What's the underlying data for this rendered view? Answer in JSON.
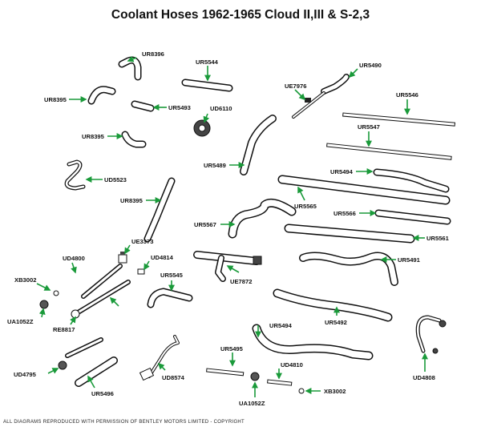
{
  "title": "Coolant Hoses 1962-1965 Cloud II,III & S-2,3",
  "credit": "ALL DIAGRAMS REPRODUCED WITH PERMISSION OF BENTLEY MOTORS LIMITED - COPYRIGHT",
  "arrow_color": "#1a9a3a",
  "parts": [
    {
      "id": "ur8396",
      "label": "UR8396"
    },
    {
      "id": "ur8395a",
      "label": "UR8395"
    },
    {
      "id": "ur5493",
      "label": "UR5493"
    },
    {
      "id": "ur5544",
      "label": "UR5544"
    },
    {
      "id": "ud6110",
      "label": "UD6110"
    },
    {
      "id": "ur8395b",
      "label": "UR8395"
    },
    {
      "id": "ud5523",
      "label": "UD5523"
    },
    {
      "id": "ur8395c",
      "label": "UR8395"
    },
    {
      "id": "ur5489",
      "label": "UR5489"
    },
    {
      "id": "ur5490",
      "label": "UR5490"
    },
    {
      "id": "ue7976",
      "label": "UE7976"
    },
    {
      "id": "ur5546",
      "label": "UR5546"
    },
    {
      "id": "ur5547",
      "label": "UR5547"
    },
    {
      "id": "ur5494a",
      "label": "UR5494"
    },
    {
      "id": "ur5565",
      "label": "UR5565"
    },
    {
      "id": "ur5566",
      "label": "UR5566"
    },
    {
      "id": "ur5567",
      "label": "UR5567"
    },
    {
      "id": "ur5561",
      "label": "UR5561"
    },
    {
      "id": "ue3373",
      "label": "UE3373"
    },
    {
      "id": "ud4800",
      "label": "UD4800"
    },
    {
      "id": "ud4814",
      "label": "UD4814"
    },
    {
      "id": "ur5545",
      "label": "UR5545"
    },
    {
      "id": "ue7872",
      "label": "UE7872"
    },
    {
      "id": "ur5491",
      "label": "UR5491"
    },
    {
      "id": "xb3002a",
      "label": "XB3002"
    },
    {
      "id": "ua1052za",
      "label": "UA1052Z"
    },
    {
      "id": "re8817",
      "label": "RE8817"
    },
    {
      "id": "ur5492",
      "label": "UR5492"
    },
    {
      "id": "ur5494b",
      "label": "UR5494"
    },
    {
      "id": "ud4795",
      "label": "UD4795"
    },
    {
      "id": "ur5495",
      "label": "UR5495"
    },
    {
      "id": "ud4810",
      "label": "UD4810"
    },
    {
      "id": "ud8574",
      "label": "UD8574"
    },
    {
      "id": "ur5496",
      "label": "UR5496"
    },
    {
      "id": "ua1052zb",
      "label": "UA1052Z"
    },
    {
      "id": "xb3002b",
      "label": "XB3002"
    },
    {
      "id": "ud4808",
      "label": "UD4808"
    }
  ]
}
